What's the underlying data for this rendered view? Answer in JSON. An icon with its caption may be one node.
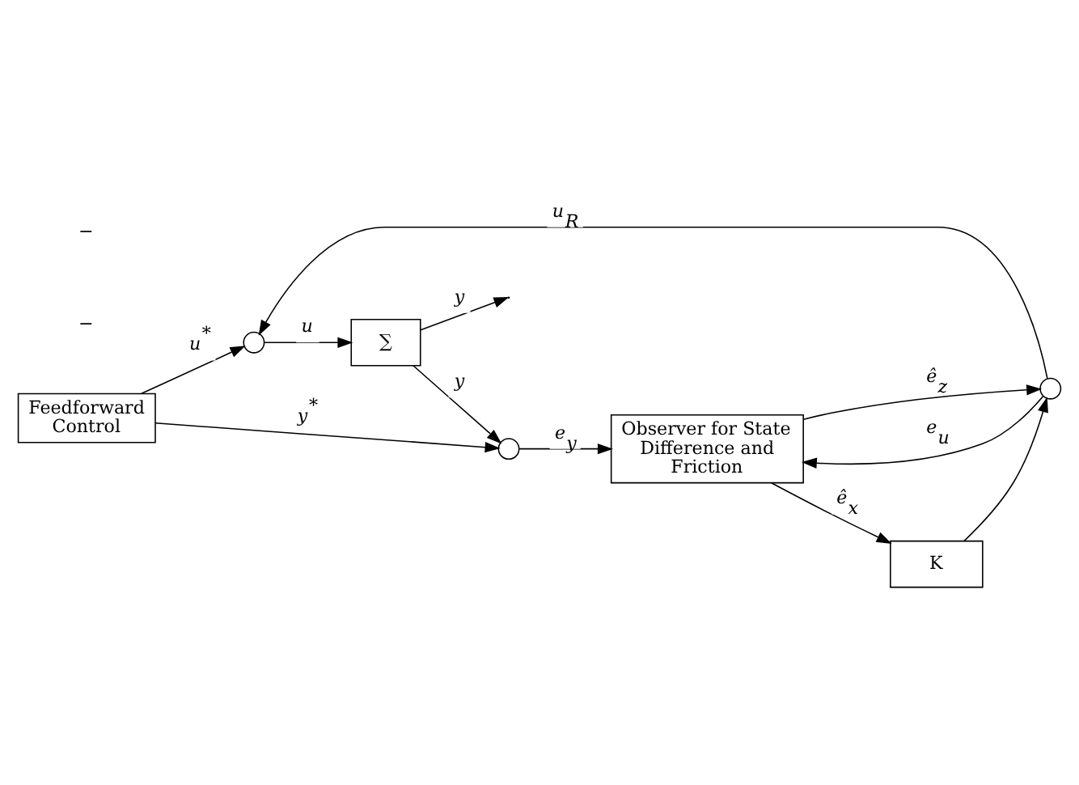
{
  "diagram": {
    "nodes": [
      {
        "text": [
          "Feedforward Control"
        ]
      },
      {
        "text": [],
        "shape": "circle"
      },
      {
        "text": [
          "∑"
        ]
      },
      {
        "text": [],
        "shape": "circle"
      },
      {
        "text": [
          "K"
        ]
      },
      {
        "text": [
          "Observer for State Difference and Friction"
        ]
      },
      {
        "text": [],
        "shape": "circle"
      }
    ],
    "edges": [
      {
        "from": 0,
        "to": 1,
        "arrow": "to",
        "label": "u$^{*}$"
      },
      {
        "from": 1,
        "to": 2,
        "arrow": "to",
        "label": "u"
      },
      {
        "from": 2,
        "to": null,
        "arrow": "to",
        "label": "y"
      },
      {
        "from": 2,
        "to": 6,
        "arrow": "to",
        "label": "y"
      },
      {
        "from": 0,
        "to": 6,
        "arrow": "to",
        "label": "y$^{*}$"
      },
      {
        "from": 6,
        "to": 5,
        "arrow": "to",
        "label": "e$_{y}$"
      },
      {
        "from": 5,
        "to": 4,
        "arrow": "to",
        "label": "ê$_{x}$"
      },
      {
        "from": 4,
        "to": 3,
        "arrow": "to"
      },
      {
        "from": 5,
        "to": 3,
        "arrow": "to",
        "label": "ê$_{z}$"
      },
      {
        "from": 3,
        "to": 1,
        "arrow": "to",
        "label": "u$_{R}$"
      },
      {
        "from": 3,
        "to": 5,
        "arrow": "to",
        "label": "e$_{u}$"
      }
    ],
    "labels": [
      "−",
      "−"
    ]
  }
}
